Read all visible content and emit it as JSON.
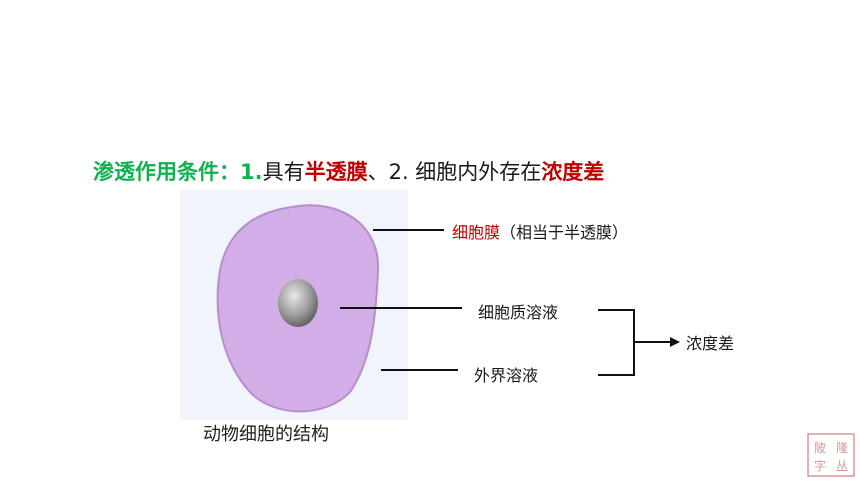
{
  "heading": {
    "part1": "渗透作用条件：",
    "part2": "1.",
    "part3": "具有",
    "part4": "半透膜",
    "part5": "、2. 细胞内外存在",
    "part6": "浓度差"
  },
  "labels": {
    "membrane": "细胞膜",
    "membrane_note": "（相当于半透膜）",
    "cytoplasm": "细胞质溶液",
    "outside": "外界溶液",
    "result": "浓度差"
  },
  "caption": "动物细胞的结构",
  "colors": {
    "green": "#12b050",
    "red": "#c00000",
    "cell_fill": "#d3aee6",
    "cell_stroke": "#b48fcb",
    "seal": "#c0504d"
  },
  "seal": {
    "text": "隆陂丛字"
  }
}
